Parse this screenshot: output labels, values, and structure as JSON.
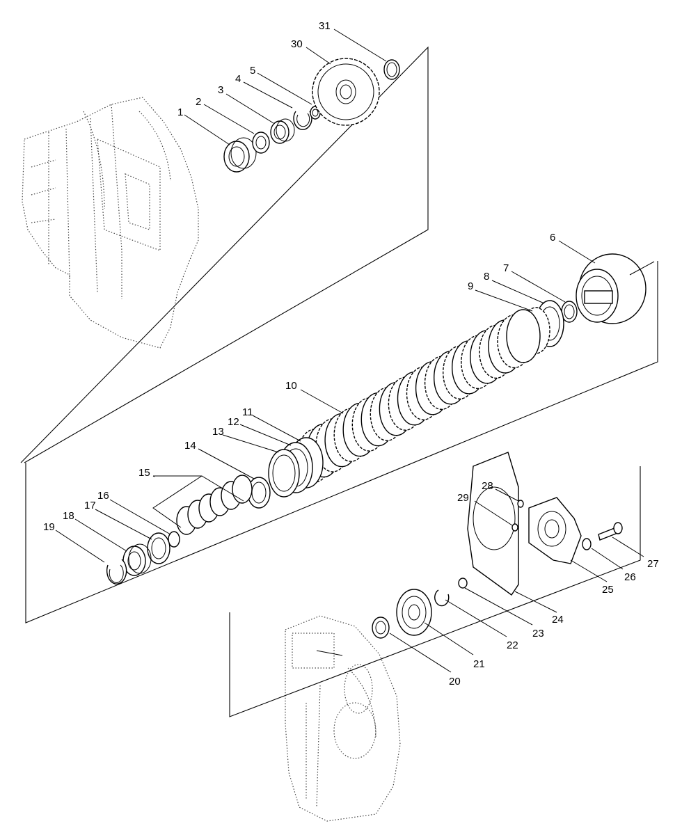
{
  "diagram": {
    "type": "exploded-parts-view",
    "callouts": [
      "1",
      "2",
      "3",
      "4",
      "5",
      "6",
      "7",
      "8",
      "9",
      "10",
      "11",
      "12",
      "13",
      "14",
      "15",
      "16",
      "17",
      "18",
      "19",
      "20",
      "21",
      "22",
      "23",
      "24",
      "25",
      "26",
      "27",
      "28",
      "29",
      "30",
      "31"
    ]
  }
}
